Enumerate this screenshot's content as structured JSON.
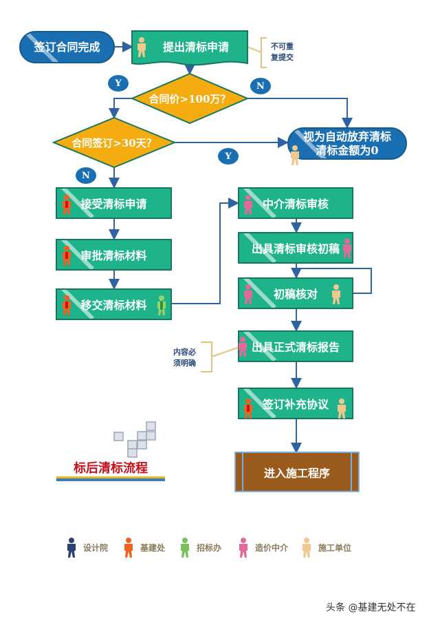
{
  "nodes": {
    "start": "签订合同完成",
    "submit": "提出清标申请",
    "decision_price": "合同价>100万？",
    "decision_days": "合同签订>30天？",
    "abandon_line1": "视为自动放弃清标",
    "abandon_line2": "清标金额为0",
    "accept": "接受清标申请",
    "approve": "审批清标材料",
    "transfer": "移交清标材料",
    "agency_review": "中介清标审核",
    "draft": "出具清标审核初稿",
    "check": "初稿核对",
    "formal_report": "出具正式清标报告",
    "supplement": "签订补充协议",
    "construction": "进入施工程序"
  },
  "labels": {
    "yes": "Y",
    "no": "N"
  },
  "notes": {
    "no_resubmit_1": "不可重",
    "no_resubmit_2": "复提交",
    "content_clear_1": "内容必",
    "content_clear_2": "须明确"
  },
  "title": "标后清标流程",
  "legend": [
    {
      "label": "设计院",
      "color": "#2b4170"
    },
    {
      "label": "基建处",
      "color": "#f2601e"
    },
    {
      "label": "招标办",
      "color": "#79bf5c"
    },
    {
      "label": "造价中介",
      "color": "#e06a9c"
    },
    {
      "label": "施工单位",
      "color": "#f0c88e"
    }
  ],
  "watermark": "头条 @基建无处不在"
}
